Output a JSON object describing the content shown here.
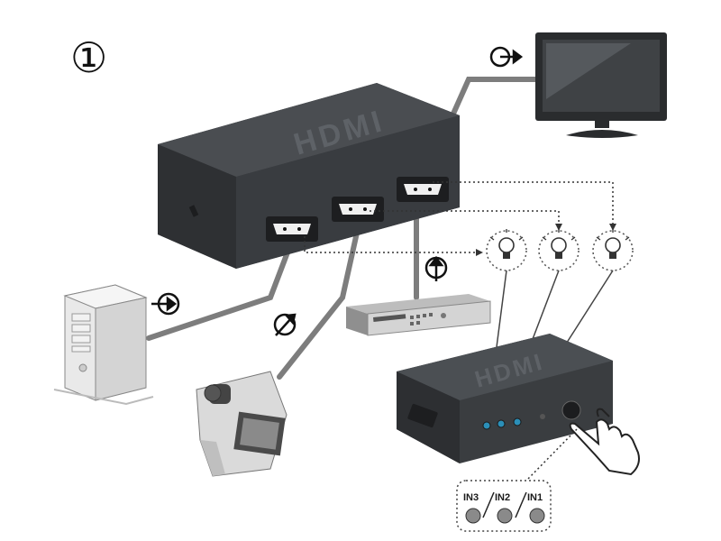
{
  "step_number": "①",
  "switch_logo": "HDMI",
  "selector_labels": [
    "IN3",
    "IN2",
    "IN1"
  ],
  "icons": {
    "output": "arrow-circle-right-icon",
    "input_pc": "arrow-circle-right-icon",
    "input_camcorder": "arrow-circle-diagonal-icon",
    "input_dvd": "arrow-circle-up-icon",
    "indicator": "light-bulb-icon",
    "press": "pointing-hand-icon"
  },
  "colors": {
    "device_dark": "#3a3d40",
    "device_top": "#4a4d51",
    "cable": "#7d7d7d",
    "leader_line": "#444444",
    "button_grey": "#8a8a8a"
  }
}
